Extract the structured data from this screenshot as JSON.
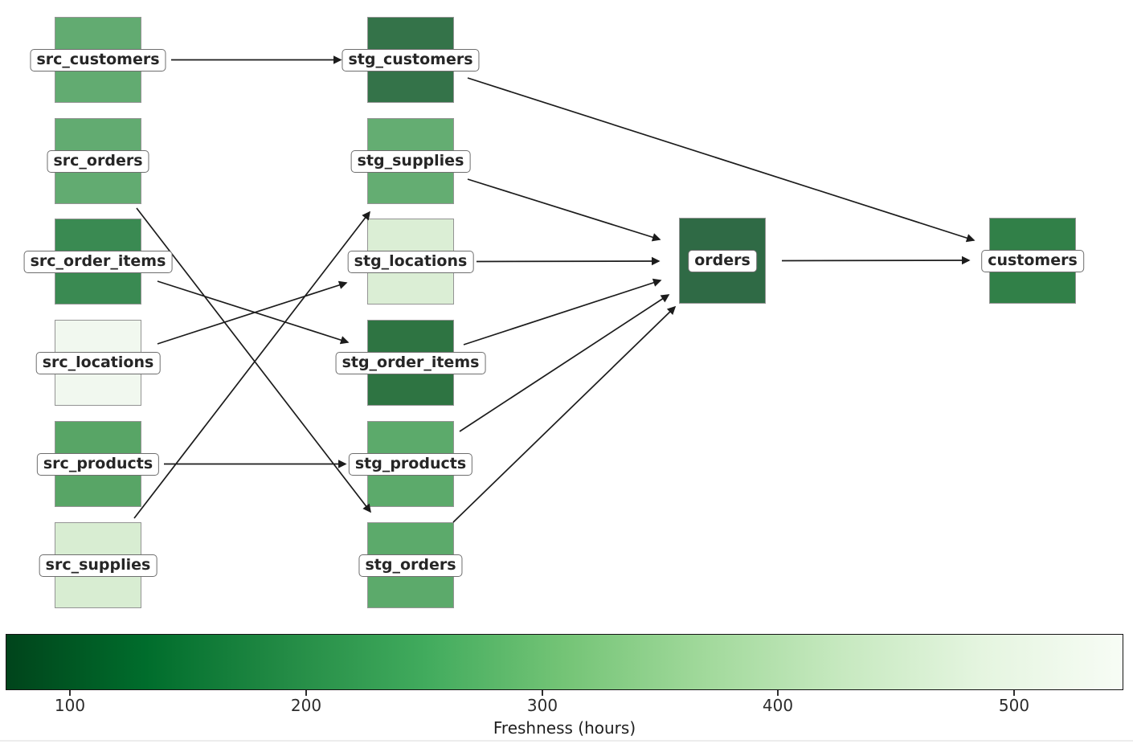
{
  "chart_data": {
    "type": "dag",
    "title": "",
    "nodes": [
      {
        "id": "src_customers",
        "label": "src_customers",
        "color": "#62ab71"
      },
      {
        "id": "src_orders",
        "label": "src_orders",
        "color": "#62ab71"
      },
      {
        "id": "src_order_items",
        "label": "src_order_items",
        "color": "#3a8a52"
      },
      {
        "id": "src_locations",
        "label": "src_locations",
        "color": "#f1f8ef"
      },
      {
        "id": "src_products",
        "label": "src_products",
        "color": "#58a566"
      },
      {
        "id": "src_supplies",
        "label": "src_supplies",
        "color": "#d8edd2"
      },
      {
        "id": "stg_customers",
        "label": "stg_customers",
        "color": "#347349"
      },
      {
        "id": "stg_supplies",
        "label": "stg_supplies",
        "color": "#64ad72"
      },
      {
        "id": "stg_locations",
        "label": "stg_locations",
        "color": "#dbeed5"
      },
      {
        "id": "stg_order_items",
        "label": "stg_order_items",
        "color": "#2e7442"
      },
      {
        "id": "stg_products",
        "label": "stg_products",
        "color": "#5caa6b"
      },
      {
        "id": "stg_orders",
        "label": "stg_orders",
        "color": "#5caa6b"
      },
      {
        "id": "orders",
        "label": "orders",
        "color": "#2f6a45"
      },
      {
        "id": "customers",
        "label": "customers",
        "color": "#318048"
      }
    ],
    "edges": [
      {
        "from": "src_customers",
        "to": "stg_customers"
      },
      {
        "from": "src_orders",
        "to": "stg_orders"
      },
      {
        "from": "src_order_items",
        "to": "stg_order_items"
      },
      {
        "from": "src_locations",
        "to": "stg_locations"
      },
      {
        "from": "src_products",
        "to": "stg_products"
      },
      {
        "from": "src_supplies",
        "to": "stg_supplies"
      },
      {
        "from": "stg_customers",
        "to": "customers"
      },
      {
        "from": "stg_supplies",
        "to": "orders"
      },
      {
        "from": "stg_locations",
        "to": "orders"
      },
      {
        "from": "stg_order_items",
        "to": "orders"
      },
      {
        "from": "stg_products",
        "to": "orders"
      },
      {
        "from": "stg_orders",
        "to": "orders"
      },
      {
        "from": "orders",
        "to": "customers"
      }
    ],
    "colorbar": {
      "label": "Freshness (hours)",
      "ticks": [
        "100",
        "200",
        "300",
        "400",
        "500"
      ],
      "gradient_stops": [
        "#00441b",
        "#006d2c",
        "#238b45",
        "#41ab5d",
        "#74c476",
        "#a1d99b",
        "#c7e9c0",
        "#e5f5e0",
        "#f7fcf5"
      ]
    },
    "colors": {
      "edge": "#1c1c1c",
      "node_border": "#949494",
      "label_border": "#6e6e6e",
      "label_bg": "#ffffff",
      "text": "#262626",
      "background": "#ffffff"
    }
  }
}
